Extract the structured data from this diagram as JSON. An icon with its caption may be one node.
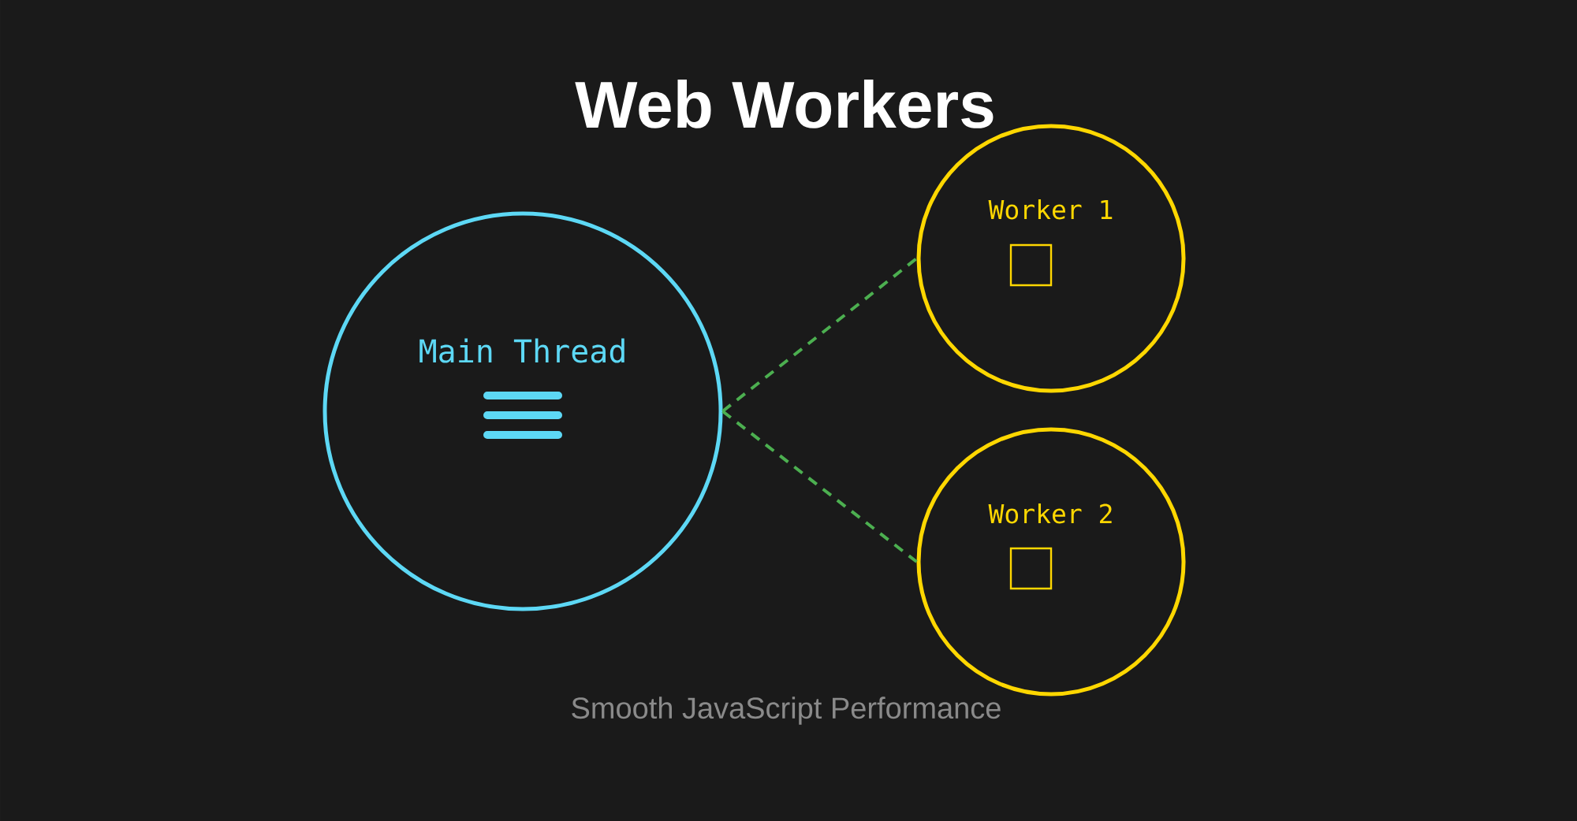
{
  "diagram": {
    "title": "Web Workers",
    "caption": "Smooth JavaScript Performance",
    "nodes": [
      {
        "text": [
          "Main Thread"
        ]
      },
      {
        "text": [
          "Worker 1"
        ]
      },
      {
        "text": [
          "Worker 2"
        ]
      }
    ],
    "edges": [
      {
        "from": 0,
        "to": 1,
        "arrow": "none",
        "style": "dashed"
      },
      {
        "from": 0,
        "to": 2,
        "arrow": "none",
        "style": "dashed"
      }
    ]
  }
}
